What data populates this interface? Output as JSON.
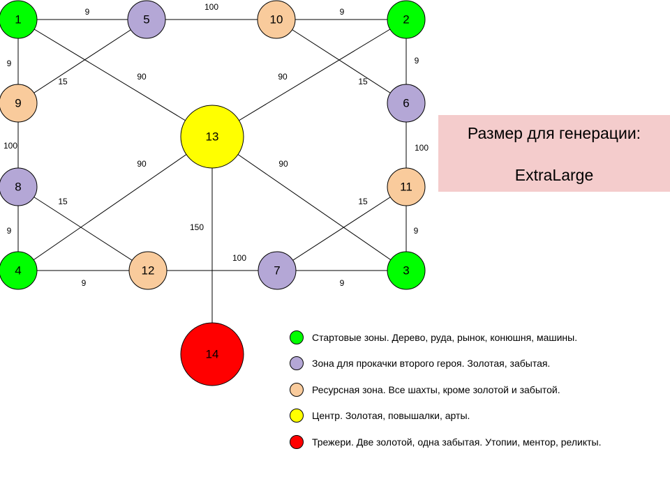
{
  "colors": {
    "start": "#00ff00",
    "hero": "#b4a7d6",
    "resource": "#f9cb9c",
    "center": "#ffff00",
    "treasure": "#ff0000"
  },
  "nodes": [
    {
      "id": "1",
      "type": "start"
    },
    {
      "id": "5",
      "type": "hero"
    },
    {
      "id": "10",
      "type": "resource"
    },
    {
      "id": "2",
      "type": "start"
    },
    {
      "id": "9",
      "type": "resource"
    },
    {
      "id": "6",
      "type": "hero"
    },
    {
      "id": "13",
      "type": "center"
    },
    {
      "id": "8",
      "type": "hero"
    },
    {
      "id": "11",
      "type": "resource"
    },
    {
      "id": "4",
      "type": "start"
    },
    {
      "id": "12",
      "type": "resource"
    },
    {
      "id": "7",
      "type": "hero"
    },
    {
      "id": "3",
      "type": "start"
    },
    {
      "id": "14",
      "type": "treasure"
    }
  ],
  "edges": [
    {
      "from": "1",
      "to": "5",
      "weight": "9"
    },
    {
      "from": "5",
      "to": "10",
      "weight": "100"
    },
    {
      "from": "10",
      "to": "2",
      "weight": "9"
    },
    {
      "from": "1",
      "to": "9",
      "weight": "9"
    },
    {
      "from": "5",
      "to": "9",
      "weight": "15"
    },
    {
      "from": "1",
      "to": "13",
      "weight": "90"
    },
    {
      "from": "2",
      "to": "13",
      "weight": "90"
    },
    {
      "from": "10",
      "to": "6",
      "weight": "15"
    },
    {
      "from": "2",
      "to": "6",
      "weight": "9"
    },
    {
      "from": "9",
      "to": "8",
      "weight": "100"
    },
    {
      "from": "6",
      "to": "11",
      "weight": "100"
    },
    {
      "from": "4",
      "to": "13",
      "weight": "90"
    },
    {
      "from": "13",
      "to": "3",
      "weight": "90"
    },
    {
      "from": "8",
      "to": "12",
      "weight": "15"
    },
    {
      "from": "11",
      "to": "7",
      "weight": "15"
    },
    {
      "from": "8",
      "to": "4",
      "weight": "9"
    },
    {
      "from": "11",
      "to": "3",
      "weight": "9"
    },
    {
      "from": "13",
      "to": "14",
      "weight": "150"
    },
    {
      "from": "4",
      "to": "12",
      "weight": "9"
    },
    {
      "from": "12",
      "to": "7",
      "weight": "100"
    },
    {
      "from": "7",
      "to": "3",
      "weight": "9"
    }
  ],
  "size_box": {
    "title": "Размер для генерации:",
    "value": "ExtraLarge"
  },
  "legend": [
    {
      "type": "start",
      "text": "Стартовые зоны. Дерево, руда, рынок, конюшня, машины."
    },
    {
      "type": "hero",
      "text": "Зона для прокачки второго героя. Золотая, забытая."
    },
    {
      "type": "resource",
      "text": "Ресурсная зона. Все шахты, кроме золотой и забытой."
    },
    {
      "type": "center",
      "text": "Центр. Золотая, повышалки, арты."
    },
    {
      "type": "treasure",
      "text": "Трежери. Две золотой, одна забытая. Утопии, ментор, реликты."
    }
  ]
}
